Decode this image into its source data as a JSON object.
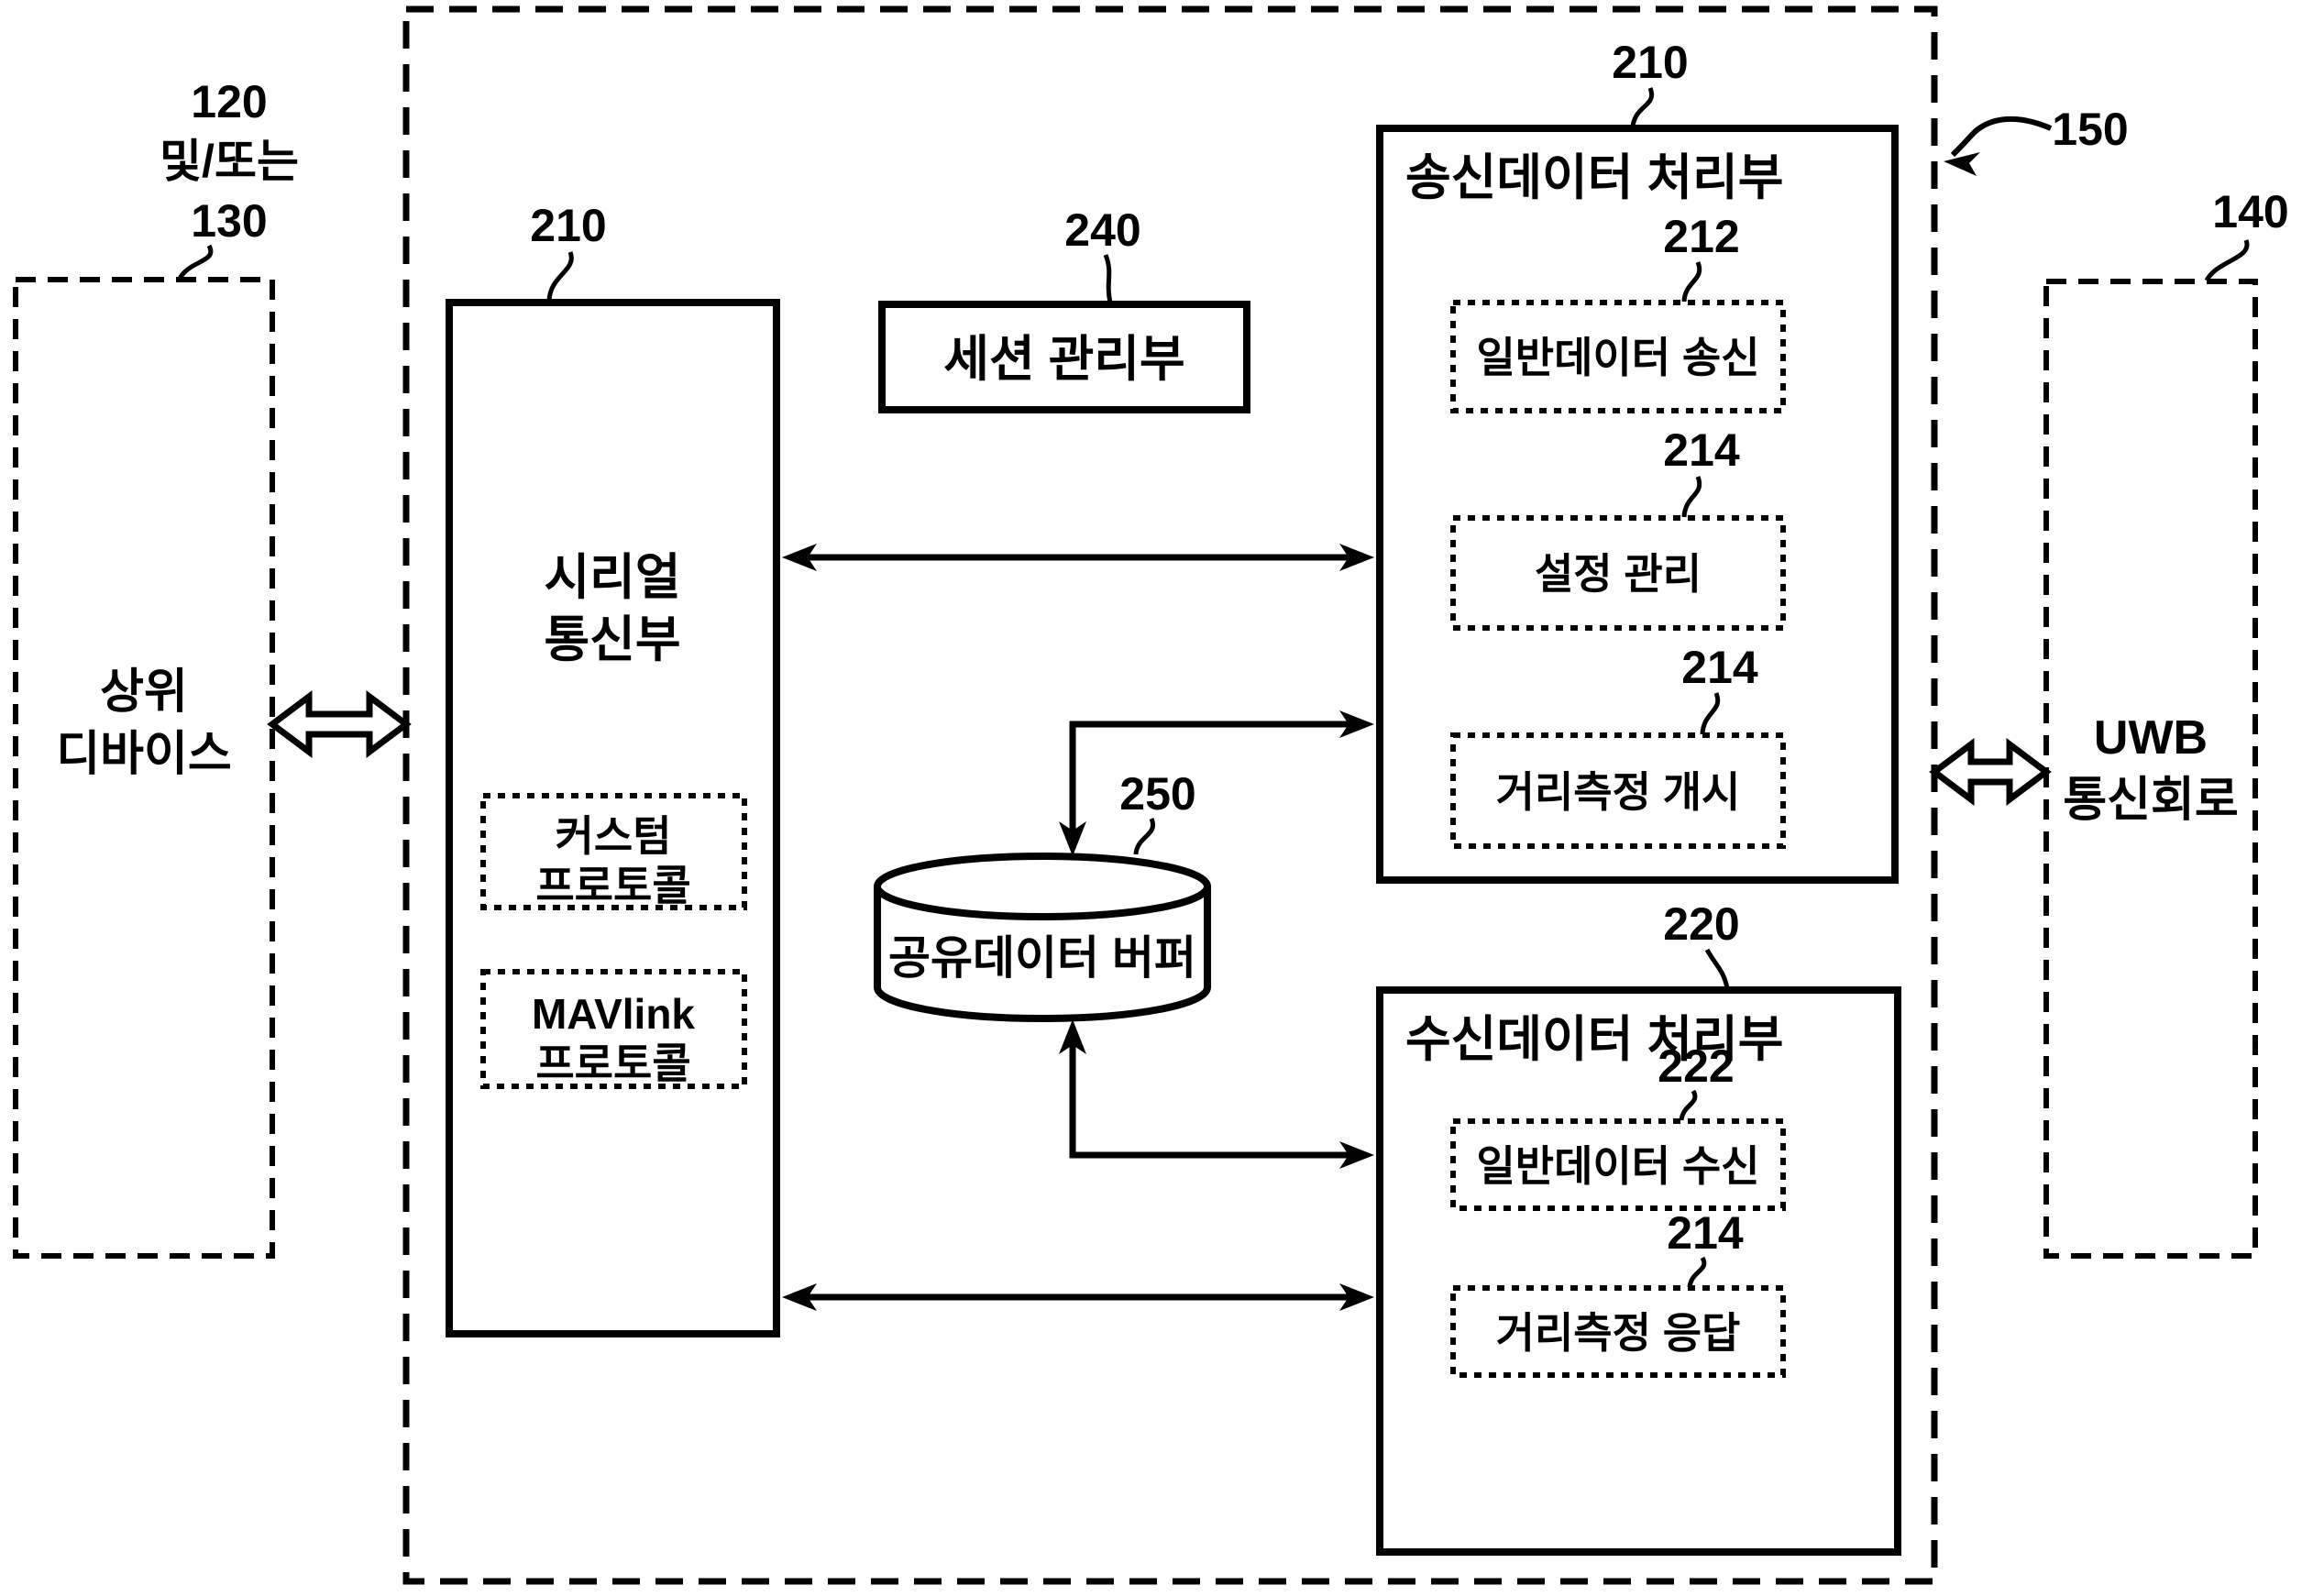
{
  "figure": {
    "accent_color": "#000000",
    "background_color": "#ffffff",
    "outer_module_ref": "150",
    "host_device": {
      "ref_line1": "120",
      "ref_line2": "및/또는",
      "ref_line3": "130",
      "label_line1": "상위",
      "label_line2": "디바이스"
    },
    "uwb_circuit": {
      "ref": "140",
      "label_line1": "UWB",
      "label_line2": "통신회로"
    },
    "serial_unit": {
      "ref": "210",
      "label_line1": "시리얼",
      "label_line2": "통신부",
      "custom_protocol": {
        "line1": "커스텀",
        "line2": "프로토콜"
      },
      "mavlink_protocol": {
        "line1": "MAVlink",
        "line2": "프로토콜"
      }
    },
    "session_manager": {
      "ref": "240",
      "label": "세션 관리부"
    },
    "shared_buffer": {
      "ref": "250",
      "label": "공유데이터 버퍼"
    },
    "tx_processor": {
      "ref": "210",
      "title": "송신데이터 처리부",
      "general_tx": {
        "ref": "212",
        "label": "일반데이터 송신"
      },
      "config_mgmt": {
        "ref": "214",
        "label": "설정 관리"
      },
      "ranging_start": {
        "ref": "214",
        "label": "거리측정 개시"
      }
    },
    "rx_processor": {
      "ref": "220",
      "title": "수신데이터 처리부",
      "general_rx": {
        "ref": "222",
        "label": "일반데이터 수신"
      },
      "ranging_response": {
        "ref": "214",
        "label": "거리측정 응답"
      }
    }
  }
}
